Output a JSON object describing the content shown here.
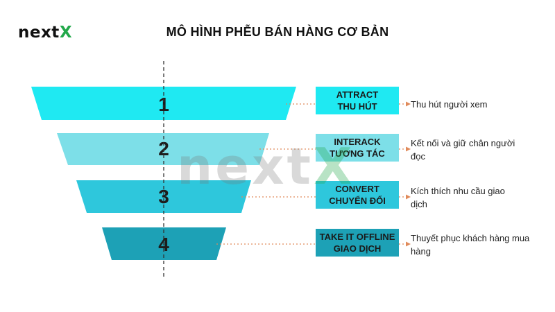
{
  "brand": {
    "prefix": "next",
    "suffix": "X"
  },
  "title": "MÔ HÌNH PHỄU BÁN HÀNG CƠ BẢN",
  "watermark": {
    "prefix": "next",
    "suffix": "X"
  },
  "colors": {
    "stage1": "#1fe9f2",
    "stage2": "#7ddfe8",
    "stage3": "#2ec7dc",
    "stage4": "#1da1b6",
    "connector": "#e08a5a",
    "brand_green": "#22a84a"
  },
  "stages": [
    {
      "number": "1",
      "title_en": "ATTRACT",
      "title_vi": "THU HÚT",
      "description": "Thu hút người xem"
    },
    {
      "number": "2",
      "title_en": "INTERACK",
      "title_vi": "TƯƠNG TÁC",
      "description": "Kết nối và giữ chân người đọc"
    },
    {
      "number": "3",
      "title_en": "CONVERT",
      "title_vi": "CHUYỂN ĐỔI",
      "description": "Kích thích nhu cầu giao dịch"
    },
    {
      "number": "4",
      "title_en": "TAKE IT OFFLINE",
      "title_vi": "GIAO DỊCH",
      "description": "Thuyết phục khách hàng mua hàng"
    }
  ]
}
